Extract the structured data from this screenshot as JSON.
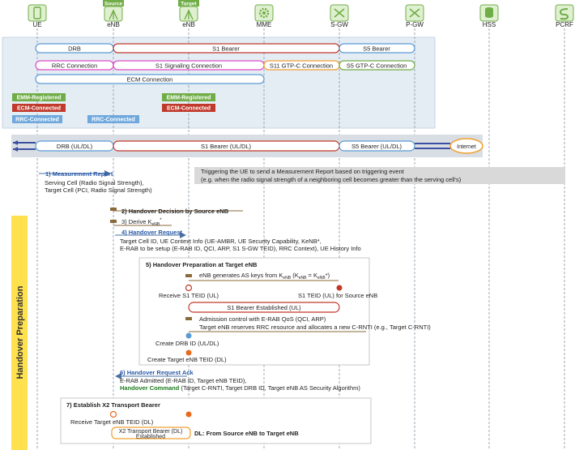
{
  "nodes": [
    {
      "id": "ue",
      "label": "UE",
      "tag": "",
      "icon": "phone-icon"
    },
    {
      "id": "senb",
      "label": "eNB",
      "tag": "Source",
      "icon": "antenna-icon"
    },
    {
      "id": "tenb",
      "label": "eNB",
      "tag": "Target",
      "icon": "antenna-icon"
    },
    {
      "id": "mme",
      "label": "MME",
      "tag": "",
      "icon": "gear-icon"
    },
    {
      "id": "sgw",
      "label": "S-GW",
      "tag": "",
      "icon": "router-icon"
    },
    {
      "id": "pgw",
      "label": "P-GW",
      "tag": "",
      "icon": "router-icon"
    },
    {
      "id": "hss",
      "label": "HSS",
      "tag": "",
      "icon": "database-icon"
    },
    {
      "id": "pcrf",
      "label": "PCRF",
      "tag": "",
      "icon": "pcrf-icon"
    }
  ],
  "bearers": {
    "drb": "DRB",
    "s1_bearer": "S1 Bearer",
    "s5_bearer": "S5 Bearer",
    "rrc_connection": "RRC Connection",
    "s1_signaling": "S1 Signaling Connection",
    "s11_gtpc": "S11 GTP-C Connection",
    "s5_gtpc": "S5 GTP-C Connection",
    "ecm_connection": "ECM Connection"
  },
  "states": {
    "emm_registered": "EMM-Registered",
    "ecm_connected": "ECM-Connected",
    "rrc_connected": "RRC-Connected"
  },
  "user_plane": {
    "drb": "DRB (UL/DL)",
    "s1": "S1 Bearer (UL/DL)",
    "s5": "S5 Bearer (UL/DL)",
    "internet": "Internet"
  },
  "phase_label": "Handover Preparation",
  "steps": {
    "s1_title": "1) Measurement Report",
    "s1_line1": "Serving Cell (Radio Signal Strength),",
    "s1_line2": "Target Cell (PCI, Radio Signal Strength)",
    "trigger_line1": "Triggering the UE to send a Measurement Report based on triggering event",
    "trigger_line2": "(e.g. when the radio signal strength of a neighboring cell becomes greater than the serving cell's)",
    "s2": "2) Handover Decision by Source eNB",
    "s3": "3) Derive K",
    "s3_sub": "eNB",
    "s3_sup": "*",
    "s4_title": "4) Handover Request",
    "s4_line1": "Target Cell ID, UE Context Info (UE-AMBR, UE Security Capability, KeNB*,",
    "s4_line2": "E-RAB to be setup (E-RAB ID, QCI, ARP, S1 S-GW TEID), RRC Context), UE History Info",
    "s5_title": "5) Handover Preparation at Target eNB",
    "s5_keys_a": "eNB generates AS keys from K",
    "s5_keys_sub": "eNB",
    "s5_keys_b": " (K",
    "s5_keys_sub2": "eNB",
    "s5_keys_c": " = K",
    "s5_keys_sub3": "eNB",
    "s5_keys_d": "*)",
    "receive_s1": "Receive S1 TEID (UL)",
    "s1_teid_src": "S1 TEID (UL) for Source eNB",
    "s1_established": "S1 Bearer Established (UL)",
    "admission_1": "Admission control with E-RAB QoS (QCI, ARP)",
    "admission_2": "Target eNB reserves RRC resource and allocates a new C-RNTI (e.g., Target C-RNTI)",
    "create_drb": "Create DRB ID (UL/DL)",
    "create_teid": "Create Target eNB TEID (DL)",
    "s6_title": "6) Handover Request Ack",
    "s6_line1": "E-RAB Admitted (E-RAB ID, Target eNB TEID),",
    "s6_line2_bold": "Handover Command",
    "s6_line2_rest": " (Target C-RNTI, Target DRB ID, Target eNB AS Security Algorithm)",
    "s7_title": "7) Establish X2 Transport Bearer",
    "receive_target_teid": "Receive Target eNB TEID (DL)",
    "x2_box_1": "X2 Transport Bearer (DL)",
    "x2_box_2": "Established",
    "dl_label": "DL: From Source eNB to Target eNB"
  },
  "colors": {
    "blue": "#5b9bd5",
    "red": "#c0392b",
    "pink": "#e04cc8",
    "orange": "#f0a030",
    "green": "#70ad47",
    "navy": "#1f3d7a",
    "brown": "#8b6a3a",
    "yellow": "#ffe14d",
    "gray_band": "#d9dee4",
    "panel": "#e4ecf4"
  }
}
